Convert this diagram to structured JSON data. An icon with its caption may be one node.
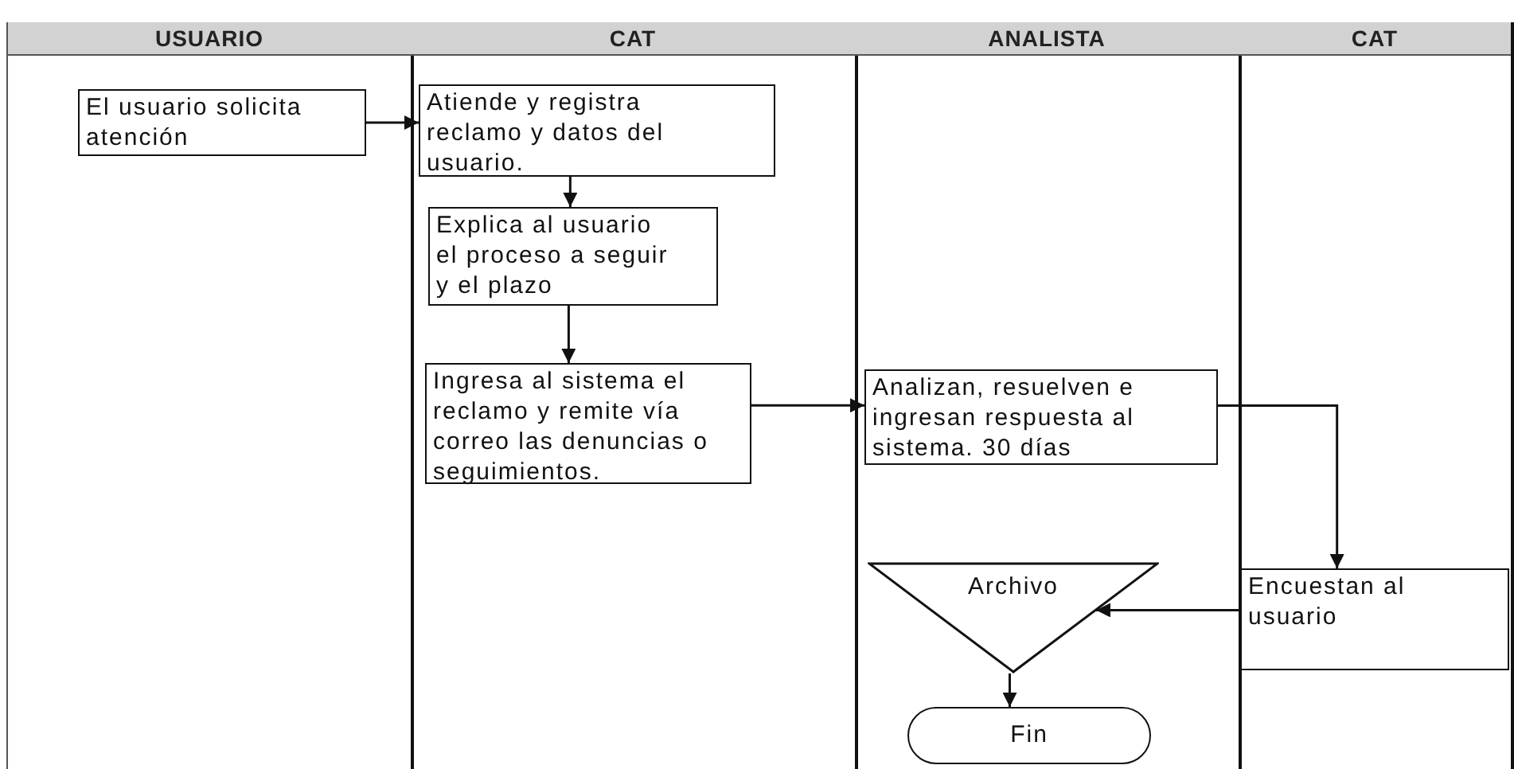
{
  "diagram": {
    "nodes": [
      {
        "text": [
          "USUARIO"
        ]
      },
      {
        "text": [
          "El usuario solicita atención"
        ],
        "in": 0
      },
      {
        "text": [
          "CAT"
        ]
      },
      {
        "text": [
          "Atiende y registra reclamo y datos del usuario."
        ],
        "in": 2
      },
      {
        "text": [
          "Explica al usuario el proceso a seguir y el plazo"
        ],
        "in": 2
      },
      {
        "text": [
          "Ingresa al sistema el reclamo y remite vía correo las denuncias o seguimientos."
        ],
        "in": 2
      },
      {
        "text": [
          "ANALISTA"
        ]
      },
      {
        "text": [
          "Analizan, resuelven e ingresan respuesta al sistema. 30 días"
        ],
        "in": 6
      },
      {
        "text": [
          "Archivo"
        ],
        "in": 6
      },
      {
        "text": [
          "Fin"
        ],
        "in": 6
      },
      {
        "text": [
          "CAT"
        ]
      },
      {
        "text": [
          "Encuestan al usuario"
        ],
        "in": 10
      }
    ],
    "edges": [
      {
        "from": 1,
        "to": 3,
        "arrow": "to"
      },
      {
        "from": 3,
        "to": 4,
        "arrow": "to"
      },
      {
        "from": 4,
        "to": 5,
        "arrow": "to"
      },
      {
        "from": 5,
        "to": 7,
        "arrow": "to"
      },
      {
        "from": 7,
        "to": 11,
        "arrow": "to"
      },
      {
        "from": 11,
        "to": 8,
        "arrow": "to"
      },
      {
        "from": 8,
        "to": 9,
        "arrow": "to"
      }
    ]
  }
}
